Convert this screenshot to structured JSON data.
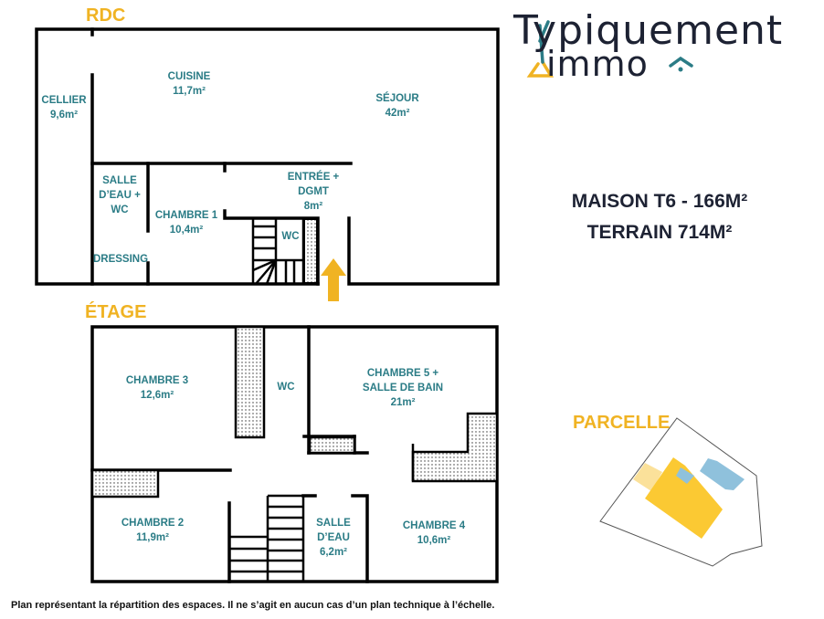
{
  "logo": {
    "line1": "Typiquement",
    "line2": "immo"
  },
  "levels": {
    "rdc": "RDC",
    "etage": "ÉTAGE",
    "parcelle": "PARCELLE"
  },
  "summary": {
    "line1": "MAISON T6 - 166M²",
    "line2": "TERRAIN 714M²"
  },
  "rdc_rooms": [
    {
      "name": "CELLIER",
      "area": "9,6m²"
    },
    {
      "name": "CUISINE",
      "area": "11,7m²"
    },
    {
      "name": "SÉJOUR",
      "area": "42m²"
    },
    {
      "name": "SALLE D’EAU + WC"
    },
    {
      "name": "CHAMBRE 1",
      "area": "10,4m²"
    },
    {
      "name": "ENTRÉE + DGMT",
      "area": "8m²"
    },
    {
      "name": "WC"
    },
    {
      "name": "DRESSING"
    }
  ],
  "etage_rooms": [
    {
      "name": "CHAMBRE 3",
      "area": "12,6m²"
    },
    {
      "name": "WC"
    },
    {
      "name": "CHAMBRE 5 + SALLE DE BAIN",
      "area": "21m²"
    },
    {
      "name": "CHAMBRE 2",
      "area": "11,9m²"
    },
    {
      "name": "SALLE D’EAU",
      "area": "6,2m²"
    },
    {
      "name": "CHAMBRE 4",
      "area": "10,6m²"
    }
  ],
  "disclaimer": "Plan représentant la répartition des espaces. Il ne s’agit en aucun cas d’un plan technique à l’échelle.",
  "colors": {
    "accent": "#f0b323",
    "label": "#2b7c86",
    "dark": "#1d2233",
    "blue": "#8fc1dc"
  }
}
